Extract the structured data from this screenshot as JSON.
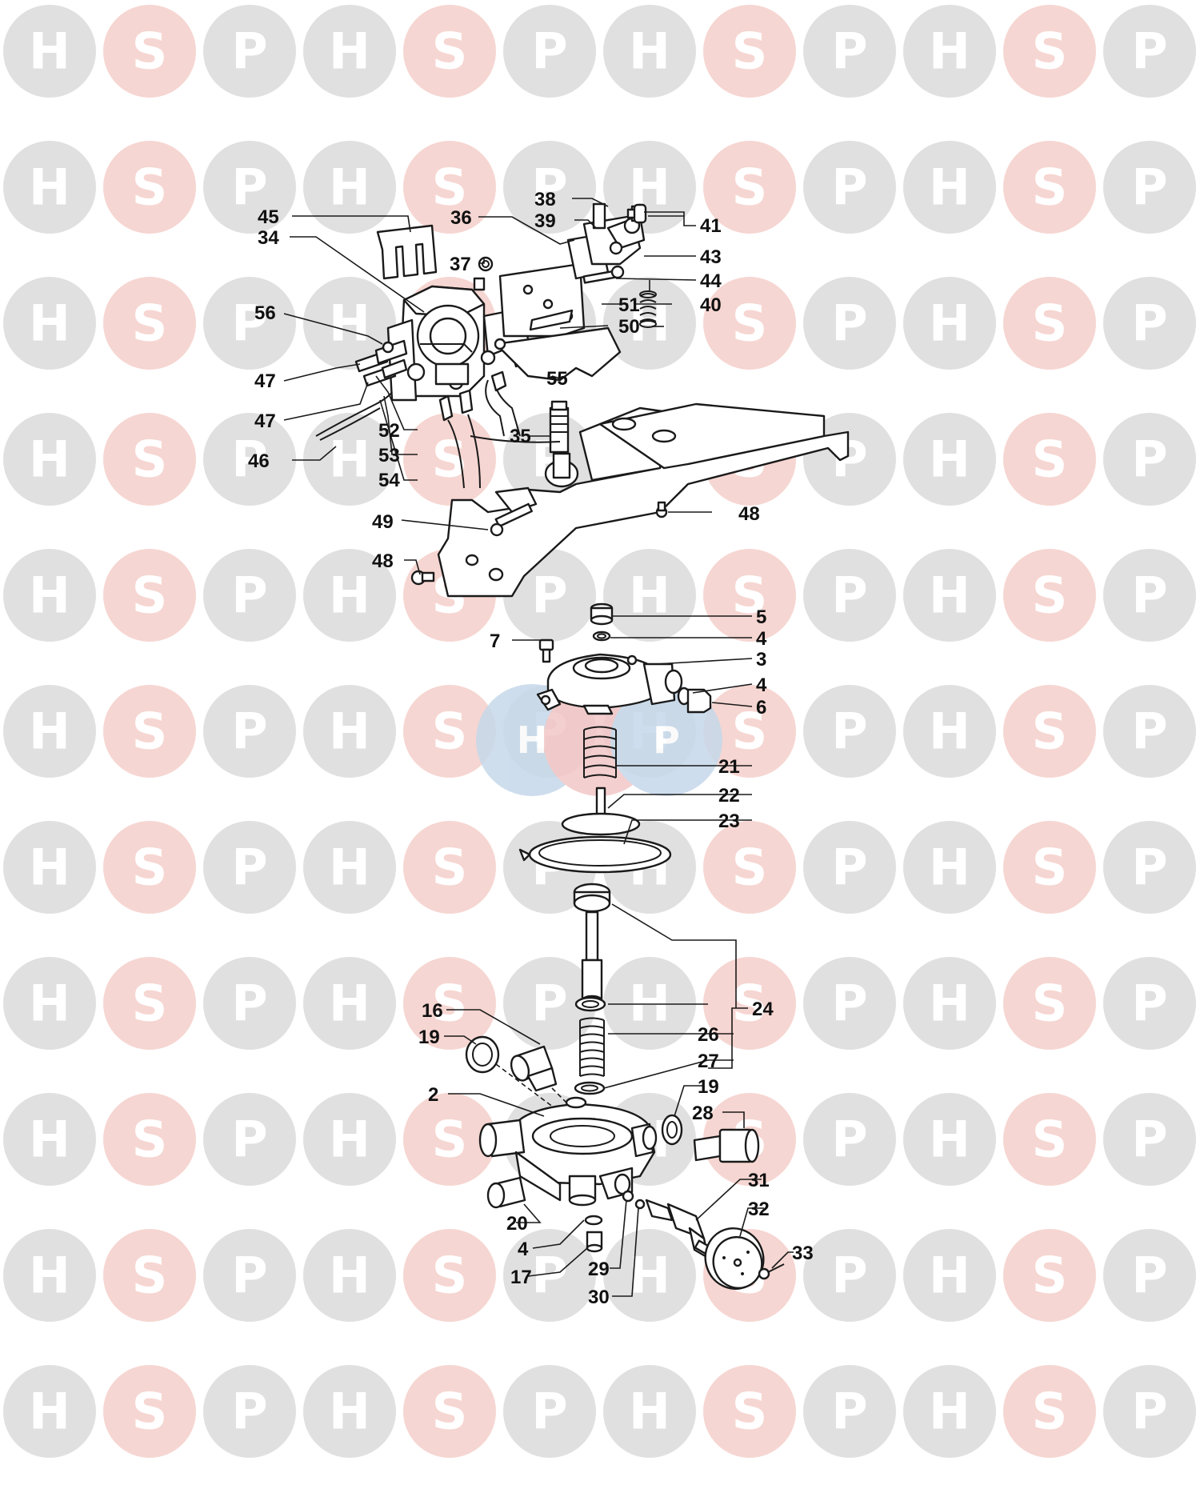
{
  "watermark": {
    "letters": [
      "H",
      "S",
      "P"
    ],
    "colors": {
      "H": "#e0e0e0",
      "S": "#f6d6d2",
      "P": "#e0e0e0",
      "S_text": "#ffffff",
      "HP_text": "#ffffff"
    },
    "center_logo_colors": [
      "#c6d8ea",
      "#f3c7c7",
      "#c6d8ea"
    ]
  },
  "part_labels": [
    {
      "id": "l45",
      "text": "45"
    },
    {
      "id": "l34",
      "text": "34"
    },
    {
      "id": "l36",
      "text": "36"
    },
    {
      "id": "l38",
      "text": "38"
    },
    {
      "id": "l39",
      "text": "39"
    },
    {
      "id": "l41",
      "text": "41"
    },
    {
      "id": "l37",
      "text": "37"
    },
    {
      "id": "l43",
      "text": "43"
    },
    {
      "id": "l44",
      "text": "44"
    },
    {
      "id": "l40",
      "text": "40"
    },
    {
      "id": "l51",
      "text": "51"
    },
    {
      "id": "l50",
      "text": "50"
    },
    {
      "id": "l56",
      "text": "56"
    },
    {
      "id": "l47a",
      "text": "47"
    },
    {
      "id": "l47b",
      "text": "47"
    },
    {
      "id": "l55",
      "text": "55"
    },
    {
      "id": "l52",
      "text": "52"
    },
    {
      "id": "l53",
      "text": "53"
    },
    {
      "id": "l35",
      "text": "35"
    },
    {
      "id": "l46",
      "text": "46"
    },
    {
      "id": "l54",
      "text": "54"
    },
    {
      "id": "l48a",
      "text": "48"
    },
    {
      "id": "l49",
      "text": "49"
    },
    {
      "id": "l48b",
      "text": "48"
    },
    {
      "id": "l5",
      "text": "5"
    },
    {
      "id": "l4a",
      "text": "4"
    },
    {
      "id": "l7",
      "text": "7"
    },
    {
      "id": "l3",
      "text": "3"
    },
    {
      "id": "l4b",
      "text": "4"
    },
    {
      "id": "l6",
      "text": "6"
    },
    {
      "id": "l21",
      "text": "21"
    },
    {
      "id": "l22",
      "text": "22"
    },
    {
      "id": "l23",
      "text": "23"
    },
    {
      "id": "l24",
      "text": "24"
    },
    {
      "id": "l16",
      "text": "16"
    },
    {
      "id": "l26",
      "text": "26"
    },
    {
      "id": "l19a",
      "text": "19"
    },
    {
      "id": "l27",
      "text": "27"
    },
    {
      "id": "l19b",
      "text": "19"
    },
    {
      "id": "l2",
      "text": "2"
    },
    {
      "id": "l28",
      "text": "28"
    },
    {
      "id": "l31",
      "text": "31"
    },
    {
      "id": "l32",
      "text": "32"
    },
    {
      "id": "l20",
      "text": "20"
    },
    {
      "id": "l33",
      "text": "33"
    },
    {
      "id": "l4c",
      "text": "4"
    },
    {
      "id": "l29",
      "text": "29"
    },
    {
      "id": "l17",
      "text": "17"
    },
    {
      "id": "l30",
      "text": "30"
    }
  ]
}
